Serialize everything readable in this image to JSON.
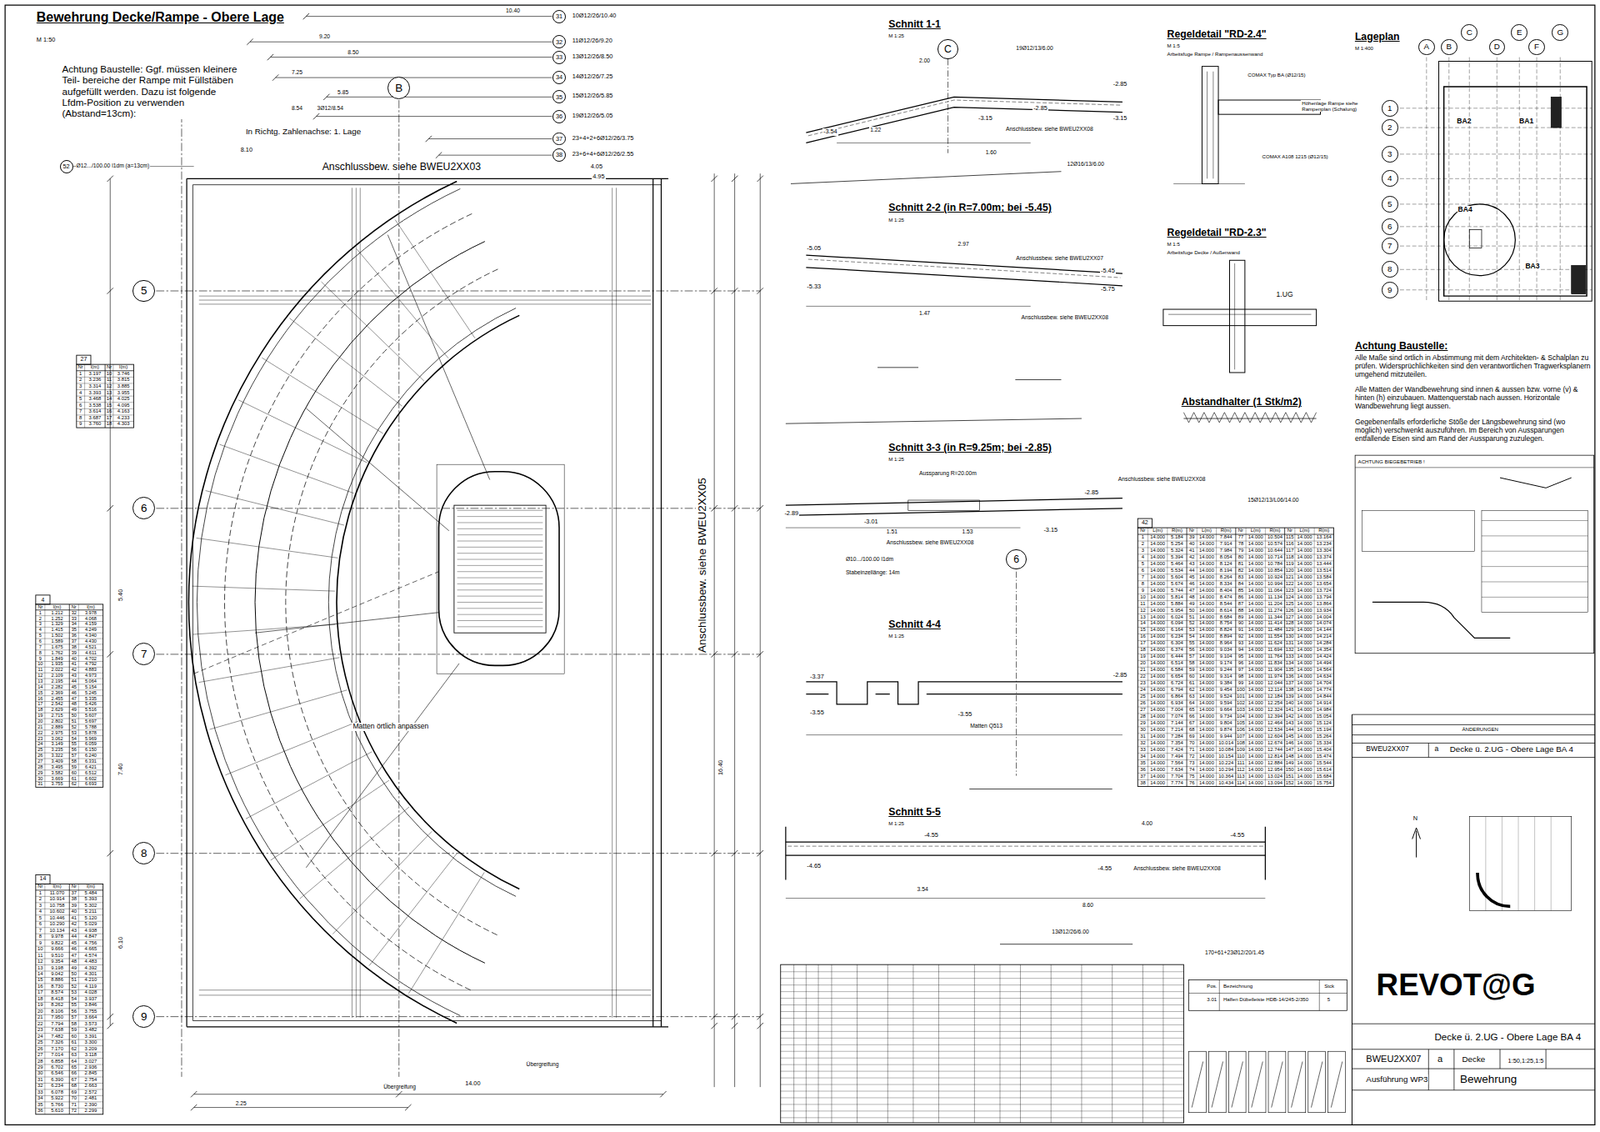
{
  "diagram": {
    "title": "Bewehrung Decke/Rampe - Obere Lage",
    "nodes": [
      {
        "text": [
          "A"
        ]
      },
      {
        "text": [
          "B"
        ]
      },
      {
        "text": [
          "5"
        ]
      },
      {
        "text": [
          "6"
        ]
      },
      {
        "text": [
          "7"
        ]
      },
      {
        "text": [
          "8"
        ]
      },
      {
        "text": [
          "9"
        ]
      },
      {
        "text": [
          "31"
        ]
      },
      {
        "text": [
          "32"
        ]
      },
      {
        "text": [
          "33"
        ]
      },
      {
        "text": [
          "34"
        ]
      },
      {
        "text": [
          "35"
        ]
      },
      {
        "text": [
          "36"
        ]
      },
      {
        "text": [
          "37"
        ]
      },
      {
        "text": [
          "38"
        ]
      },
      {
        "text": [
          "52"
        ]
      },
      {
        "text": [
          "C"
        ]
      },
      {
        "text": [
          "6"
        ]
      },
      {
        "text": [
          "A"
        ]
      },
      {
        "text": [
          "B"
        ]
      },
      {
        "text": [
          "C"
        ]
      },
      {
        "text": [
          "D"
        ]
      },
      {
        "text": [
          "E"
        ]
      },
      {
        "text": [
          "F"
        ]
      },
      {
        "text": [
          "G"
        ]
      },
      {
        "text": [
          "1"
        ]
      },
      {
        "text": [
          "2"
        ]
      },
      {
        "text": [
          "3"
        ]
      },
      {
        "text": [
          "4"
        ]
      },
      {
        "text": [
          "5"
        ]
      },
      {
        "text": [
          "6"
        ]
      },
      {
        "text": [
          "7"
        ]
      },
      {
        "text": [
          "8"
        ]
      },
      {
        "text": [
          "9"
        ]
      }
    ],
    "labels": [
      "27",
      "Nr",
      "l(m)",
      "Nr",
      "l(m)",
      "1",
      "3.197",
      "10",
      "3.746",
      "2",
      "3.236",
      "11",
      "3.815",
      "3",
      "3.314",
      "12",
      "3.885",
      "4",
      "3.393",
      "13",
      "3.955",
      "5",
      "3.468",
      "14",
      "4.025",
      "6",
      "3.538",
      "15",
      "4.095",
      "7",
      "3.614",
      "16",
      "4.163",
      "8",
      "3.687",
      "17",
      "4.233",
      "9",
      "3.760",
      "18",
      "4.303",
      "4",
      "Nr",
      "l(m)",
      "Nr",
      "l(m)",
      "1",
      "1.212",
      "32",
      "3.978",
      "2",
      "1.252",
      "33",
      "4.068",
      "3",
      "1.329",
      "34",
      "4.159",
      "4",
      "1.415",
      "35",
      "4.249",
      "5",
      "1.502",
      "36",
      "4.340",
      "6",
      "1.589",
      "37",
      "4.430",
      "7",
      "1.675",
      "38",
      "4.521",
      "8",
      "1.762",
      "39",
      "4.611",
      "9",
      "1.849",
      "40",
      "4.702",
      "10",
      "1.935",
      "41",
      "4.792",
      "11",
      "2.022",
      "42",
      "4.883",
      "12",
      "2.109",
      "43",
      "4.973",
      "13",
      "2.195",
      "44",
      "5.064",
      "14",
      "2.282",
      "45",
      "5.154",
      "15",
      "2.369",
      "46",
      "5.245",
      "16",
      "2.455",
      "47",
      "5.335",
      "17",
      "2.542",
      "48",
      "5.426",
      "18",
      "2.629",
      "49",
      "5.516",
      "19",
      "2.715",
      "50",
      "5.607",
      "20",
      "2.802",
      "51",
      "5.697",
      "21",
      "2.889",
      "52",
      "5.788",
      "22",
      "2.975",
      "53",
      "5.878",
      "23",
      "3.062",
      "54",
      "5.969",
      "24",
      "3.149",
      "55",
      "6.059",
      "25",
      "3.235",
      "56",
      "6.150",
      "26",
      "3.322",
      "57",
      "6.240",
      "27",
      "3.409",
      "58",
      "6.331",
      "28",
      "3.495",
      "59",
      "6.421",
      "29",
      "3.582",
      "60",
      "6.512",
      "30",
      "3.669",
      "61",
      "6.602",
      "31",
      "3.755",
      "62",
      "6.693",
      "14",
      "Nr",
      "l(m)",
      "Nr",
      "l(m)",
      "1",
      "11.070",
      "37",
      "5.484",
      "2",
      "10.914",
      "38",
      "5.393",
      "3",
      "10.758",
      "39",
      "5.302",
      "4",
      "10.602",
      "40",
      "5.211",
      "5",
      "10.446",
      "41",
      "5.120",
      "6",
      "10.290",
      "42",
      "5.029",
      "7",
      "10.134",
      "43",
      "4.938",
      "8",
      "9.978",
      "44",
      "4.847",
      "9",
      "9.822",
      "45",
      "4.756",
      "10",
      "9.666",
      "46",
      "4.665",
      "11",
      "9.510",
      "47",
      "4.574",
      "12",
      "9.354",
      "48",
      "4.483",
      "13",
      "9.198",
      "49",
      "4.392",
      "14",
      "9.042",
      "50",
      "4.301",
      "15",
      "8.886",
      "51",
      "4.210",
      "16",
      "8.730",
      "52",
      "4.119",
      "17",
      "8.574",
      "53",
      "4.028",
      "18",
      "8.418",
      "54",
      "3.937",
      "19",
      "8.262",
      "55",
      "3.846",
      "20",
      "8.106",
      "56",
      "3.755",
      "21",
      "7.950",
      "57",
      "3.664",
      "22",
      "7.794",
      "58",
      "3.573",
      "23",
      "7.638",
      "59",
      "3.482",
      "24",
      "7.482",
      "60",
      "3.391",
      "25",
      "7.326",
      "61",
      "3.300",
      "26",
      "7.170",
      "62",
      "3.209",
      "27",
      "7.014",
      "63",
      "3.118",
      "28",
      "6.858",
      "64",
      "3.027",
      "29",
      "6.702",
      "65",
      "2.936",
      "30",
      "6.546",
      "66",
      "2.845",
      "31",
      "6.390",
      "67",
      "2.754",
      "32",
      "6.234",
      "68",
      "2.663",
      "33",
      "6.078",
      "69",
      "2.572",
      "34",
      "5.922",
      "70",
      "2.481",
      "35",
      "5.766",
      "71",
      "2.390",
      "36",
      "5.610",
      "72",
      "2.299",
      "42",
      "Nr",
      "L(m)",
      "R(m)",
      "Nr",
      "L(m)",
      "R(m)",
      "Nr",
      "L(m)",
      "R(m)",
      "Nr",
      "L(m)",
      "R(m)",
      "1",
      "14.000",
      "5.184",
      "39",
      "14.000",
      "7.844",
      "77",
      "14.000",
      "10.504",
      "115",
      "14.000",
      "13.164",
      "2",
      "14.000",
      "5.254",
      "40",
      "14.000",
      "7.914",
      "78",
      "14.000",
      "10.574",
      "116",
      "14.000",
      "13.234",
      "3",
      "14.000",
      "5.324",
      "41",
      "14.000",
      "7.984",
      "79",
      "14.000",
      "10.644",
      "117",
      "14.000",
      "13.304",
      "4",
      "14.000",
      "5.394",
      "42",
      "14.000",
      "8.054",
      "80",
      "14.000",
      "10.714",
      "118",
      "14.000",
      "13.374",
      "5",
      "14.000",
      "5.464",
      "43",
      "14.000",
      "8.124",
      "81",
      "14.000",
      "10.784",
      "119",
      "14.000",
      "13.444",
      "6",
      "14.000",
      "5.534",
      "44",
      "14.000",
      "8.194",
      "82",
      "14.000",
      "10.854",
      "120",
      "14.000",
      "13.514",
      "7",
      "14.000",
      "5.604",
      "45",
      "14.000",
      "8.264",
      "83",
      "14.000",
      "10.924",
      "121",
      "14.000",
      "13.584",
      "8",
      "14.000",
      "5.674",
      "46",
      "14.000",
      "8.334",
      "84",
      "14.000",
      "10.994",
      "122",
      "14.000",
      "13.654",
      "9",
      "14.000",
      "5.744",
      "47",
      "14.000",
      "8.404",
      "85",
      "14.000",
      "11.064",
      "123",
      "14.000",
      "13.724",
      "10",
      "14.000",
      "5.814",
      "48",
      "14.000",
      "8.474",
      "86",
      "14.000",
      "11.134",
      "124",
      "14.000",
      "13.794",
      "11",
      "14.000",
      "5.884",
      "49",
      "14.000",
      "8.544",
      "87",
      "14.000",
      "11.204",
      "125",
      "14.000",
      "13.864",
      "12",
      "14.000",
      "5.954",
      "50",
      "14.000",
      "8.614",
      "88",
      "14.000",
      "11.274",
      "126",
      "14.000",
      "13.934",
      "13",
      "14.000",
      "6.024",
      "51",
      "14.000",
      "8.684",
      "89",
      "14.000",
      "11.344",
      "127",
      "14.000",
      "14.004",
      "14",
      "14.000",
      "6.094",
      "52",
      "14.000",
      "8.754",
      "90",
      "14.000",
      "11.414",
      "128",
      "14.000",
      "14.074",
      "15",
      "14.000",
      "6.164",
      "53",
      "14.000",
      "8.824",
      "91",
      "14.000",
      "11.484",
      "129",
      "14.000",
      "14.144",
      "16",
      "14.000",
      "6.234",
      "54",
      "14.000",
      "8.894",
      "92",
      "14.000",
      "11.554",
      "130",
      "14.000",
      "14.214",
      "17",
      "14.000",
      "6.304",
      "55",
      "14.000",
      "8.964",
      "93",
      "14.000",
      "11.624",
      "131",
      "14.000",
      "14.284",
      "18",
      "14.000",
      "6.374",
      "56",
      "14.000",
      "9.034",
      "94",
      "14.000",
      "11.694",
      "132",
      "14.000",
      "14.354",
      "19",
      "14.000",
      "6.444",
      "57",
      "14.000",
      "9.104",
      "95",
      "14.000",
      "11.764",
      "133",
      "14.000",
      "14.424",
      "20",
      "14.000",
      "6.514",
      "58",
      "14.000",
      "9.174",
      "96",
      "14.000",
      "11.834",
      "134",
      "14.000",
      "14.494",
      "21",
      "14.000",
      "6.584",
      "59",
      "14.000",
      "9.244",
      "97",
      "14.000",
      "11.904",
      "135",
      "14.000",
      "14.564",
      "22",
      "14.000",
      "6.654",
      "60",
      "14.000",
      "9.314",
      "98",
      "14.000",
      "11.974",
      "136",
      "14.000",
      "14.634",
      "23",
      "14.000",
      "6.724",
      "61",
      "14.000",
      "9.384",
      "99",
      "14.000",
      "12.044",
      "137",
      "14.000",
      "14.704",
      "24",
      "14.000",
      "6.794",
      "62",
      "14.000",
      "9.454",
      "100",
      "14.000",
      "12.114",
      "138",
      "14.000",
      "14.774",
      "25",
      "14.000",
      "6.864",
      "63",
      "14.000",
      "9.524",
      "101",
      "14.000",
      "12.184",
      "139",
      "14.000",
      "14.844",
      "26",
      "14.000",
      "6.934",
      "64",
      "14.000",
      "9.594",
      "102",
      "14.000",
      "12.254",
      "140",
      "14.000",
      "14.914",
      "27",
      "14.000",
      "7.004",
      "65",
      "14.000",
      "9.664",
      "103",
      "14.000",
      "12.324",
      "141",
      "14.000",
      "14.984",
      "28",
      "14.000",
      "7.074",
      "66",
      "14.000",
      "9.734",
      "104",
      "14.000",
      "12.394",
      "142",
      "14.000",
      "15.054",
      "29",
      "14.000",
      "7.144",
      "67",
      "14.000",
      "9.804",
      "105",
      "14.000",
      "12.464",
      "143",
      "14.000",
      "15.124",
      "30",
      "14.000",
      "7.214",
      "68",
      "14.000",
      "9.874",
      "106",
      "14.000",
      "12.534",
      "144",
      "14.000",
      "15.194",
      "31",
      "14.000",
      "7.284",
      "69",
      "14.000",
      "9.944",
      "107",
      "14.000",
      "12.604",
      "145",
      "14.000",
      "15.264",
      "32",
      "14.000",
      "7.354",
      "70",
      "14.000",
      "10.014",
      "108",
      "14.000",
      "12.674",
      "146",
      "14.000",
      "15.334",
      "33",
      "14.000",
      "7.424",
      "71",
      "14.000",
      "10.084",
      "109",
      "14.000",
      "12.744",
      "147",
      "14.000",
      "15.404",
      "34",
      "14.000",
      "7.494",
      "72",
      "14.000",
      "10.154",
      "110",
      "14.000",
      "12.814",
      "148",
      "14.000",
      "15.474",
      "35",
      "14.000",
      "7.564",
      "73",
      "14.000",
      "10.224",
      "111",
      "14.000",
      "12.884",
      "149",
      "14.000",
      "15.544",
      "36",
      "14.000",
      "7.634",
      "74",
      "14.000",
      "10.294",
      "112",
      "14.000",
      "12.954",
      "150",
      "14.000",
      "15.614",
      "37",
      "14.000",
      "7.704",
      "75",
      "14.000",
      "10.364",
      "113",
      "14.000",
      "13.024",
      "151",
      "14.000",
      "15.684",
      "38",
      "14.000",
      "7.774",
      "76",
      "14.000",
      "10.434",
      "114",
      "14.000",
      "13.094",
      "152",
      "14.000",
      "15.754",
      "M 1:50",
      "Achtung Baustelle: Ggf. müssen kleinere Teil- bereiche der Rampe mit Füllstäben aufgefüllt werden. Dazu ist folgende Lfdm-Position zu verwenden (Abstand=13cm):",
      "Ø12.../100.00 l1dm (a=13cm)",
      "10Ø12/26/10.40",
      "11Ø12/26/9.20",
      "13Ø12/26/8.50",
      "14Ø12/26/7.25",
      "15Ø12/26/5.85",
      "19Ø12/26/5.05",
      "23+4+2+6Ø12/26/3.75",
      "23+6+4+6Ø12/26/2.55",
      "10.40",
      "9.20",
      "8.50",
      "7.25",
      "5.85",
      "8.54",
      "3Ø12/8.54",
      "In Richtg. Zahlenachse: 1. Lage",
      "8.10",
      "Anschlussbew. siehe BWEU2XX03",
      "4.05",
      "4.95",
      "Anschlussbew. siehe BWEU2XX05",
      "Matten örtlich anpassen",
      "5.40",
      "7.40",
      "6.10",
      "16.40",
      "14.00",
      "Übergreifung",
      "Übergreifung",
      "2.25",
      "Schnitt 1-1",
      "M 1:25",
      "-2.85",
      "-2.85",
      "-3.15",
      "-3.15",
      "-3.54",
      "1.22",
      "2.00",
      "1.60",
      "Anschlussbew. siehe BWEU2XX08",
      "19Ø12/13/6.00",
      "12Ø16/13/6.00",
      "Schnitt 2-2 (in R=7.00m; bei -5.45)",
      "M 1:25",
      "-5.05",
      "-5.45",
      "-5.75",
      "-5.33",
      "2.97",
      "1.47",
      "Anschlussbew. siehe BWEU2XX07",
      "Anschlussbew. siehe BWEU2XX08",
      "Schnitt 3-3 (in R=9.25m; bei -2.85)",
      "M 1:25",
      "Aussparung R=20.00m",
      "-2.89",
      "-3.01",
      "-2.85",
      "-3.15",
      "1.51",
      "1.53",
      "Anschlussbew. siehe BWEU2XX08",
      "Anschlussbew. siehe BWEU2XX08",
      "15Ø12/13/L06/14.00",
      "Ø10.../100.00 l1dm",
      "Stabeinzellänge: 14m",
      "Schnitt 4-4",
      "M 1:25",
      "-3.37",
      "-3.55",
      "-3.55",
      "-2.85",
      "Matten Q513",
      "Schnitt 5-5",
      "M 1:25",
      "-4.55",
      "-4.55",
      "-4.65",
      "-4.55",
      "4.00",
      "3.54",
      "8.60",
      "Anschlussbew. siehe BWEU2XX08",
      "13Ø12/26/6.00",
      "170+61+23Ø12/20/1.45",
      "Regeldetail \"RD-2.4\"",
      "M 1:5",
      "Arbeitsfuge Rampe / Rampenaussenwand",
      "COMAX Typ BA (Ø12/15)",
      "Höhenlage Rampe siehe Rampenplan (Schalung)",
      "COMAX A108 1215 (Ø12/15)",
      "Regeldetail \"RD-2.3\"",
      "M 1:5",
      "Arbeitsfuge Decke / Außenwand",
      "1.UG",
      "Abstandhalter (1 Stk/m2)",
      "Lageplan",
      "M 1:400",
      "BA2",
      "BA1",
      "BA4",
      "BA3",
      "Achtung Baustelle:",
      "Alle Maße sind örtlich in Abstimmung mit dem Architekten- & Schalplan zu prüfen. Widersprüchlichkeiten sind den verantwortlichen Tragwerksplanern umgehend mitzuteilen.",
      "Alle Matten der Wandbewehrung sind innen & aussen bzw. vorne (v) & hinten (h) einzubauen. Mattenquerstab nach aussen. Horizontale Wandbewehrung liegt aussen.",
      "Gegebenenfalls erforderliche Stöße der Längsbewehrung sind (wo möglich) verschwenkt auszuführen. Im Bereich von Aussparungen entfallende Eisen sind am Rand der Aussparung zuzulegen.",
      "ACHTUNG BIEGEBETRIEB !",
      "ÄNDERUNGEN",
      "BWEU2XX07",
      "a",
      "Decke ü. 2.UG - Obere Lage BA 4",
      "N",
      "REVOT@G",
      "Decke ü. 2.UG - Obere Lage BA 4",
      "BWEU2XX07",
      "a",
      "Decke",
      "1:50,1:25,1:5",
      "Ausführung WP3",
      "Bewehrung",
      "Pos.",
      "Bezeichnung",
      "Stck",
      "3.01",
      "Halfen Dübelleiste HDB-14/245-2/350",
      "5"
    ]
  }
}
